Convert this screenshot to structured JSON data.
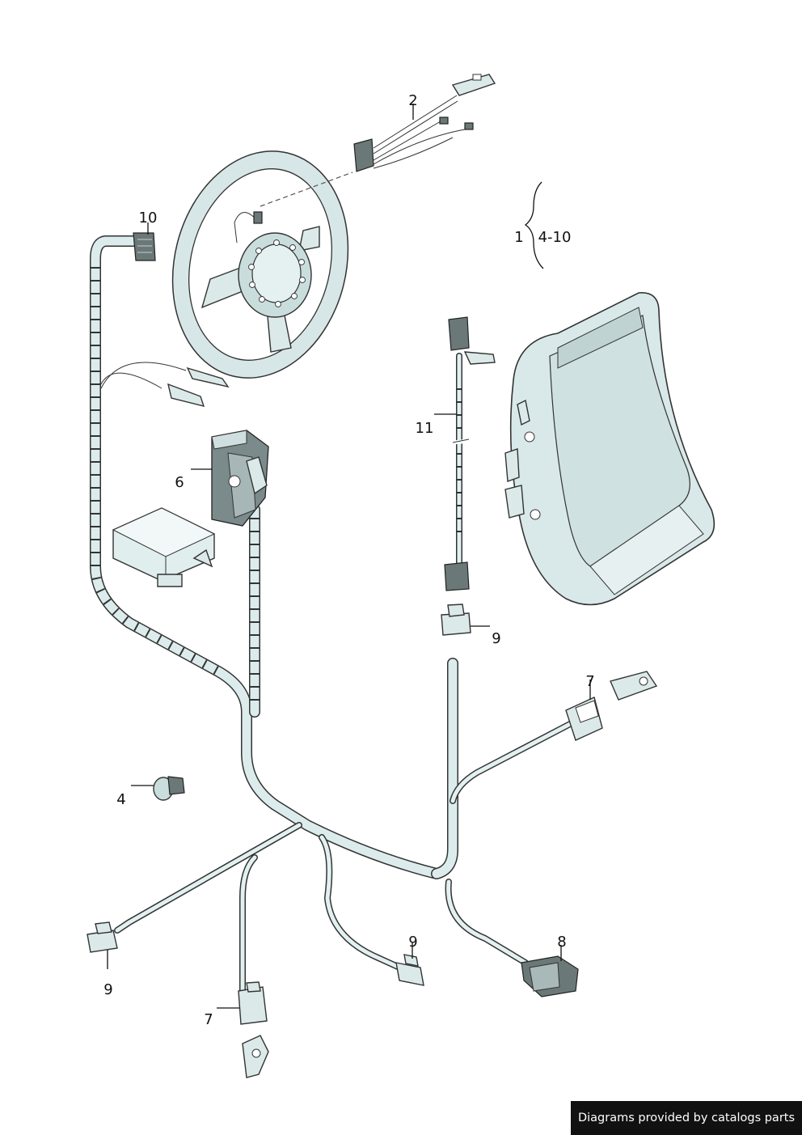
{
  "callouts": {
    "c1": "1",
    "c2": "2",
    "c4": "4",
    "c6": "6",
    "c7a": "7",
    "c7b": "7",
    "c8": "8",
    "c9a": "9",
    "c9b": "9",
    "c9c": "9",
    "c10": "10",
    "c11": "11",
    "range": "4-10"
  },
  "credit": "Diagrams provided by catalogs parts"
}
